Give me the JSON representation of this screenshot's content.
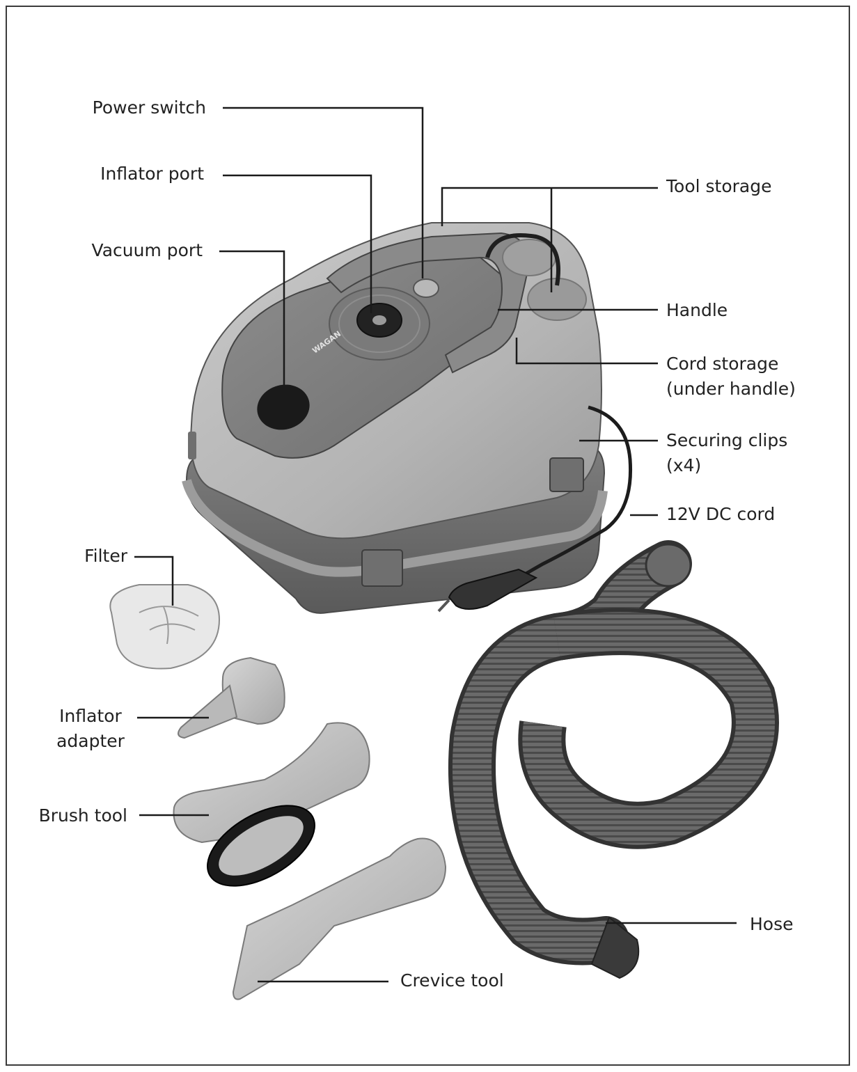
{
  "labels": {
    "power_switch": "Power switch",
    "inflator_port": "Inflator port",
    "vacuum_port": "Vacuum port",
    "tool_storage": "Tool storage",
    "handle": "Handle",
    "cord_storage_1": "Cord storage",
    "cord_storage_2": "(under handle)",
    "securing_clips_1": "Securing clips",
    "securing_clips_2": "(x4)",
    "dc_cord": "12V DC cord",
    "filter": "Filter",
    "inflator_adapter_1": "Inflator",
    "inflator_adapter_2": "adapter",
    "brush_tool": "Brush tool",
    "hose": "Hose",
    "crevice_tool": "Crevice tool"
  },
  "logo_text": "WAGAN"
}
